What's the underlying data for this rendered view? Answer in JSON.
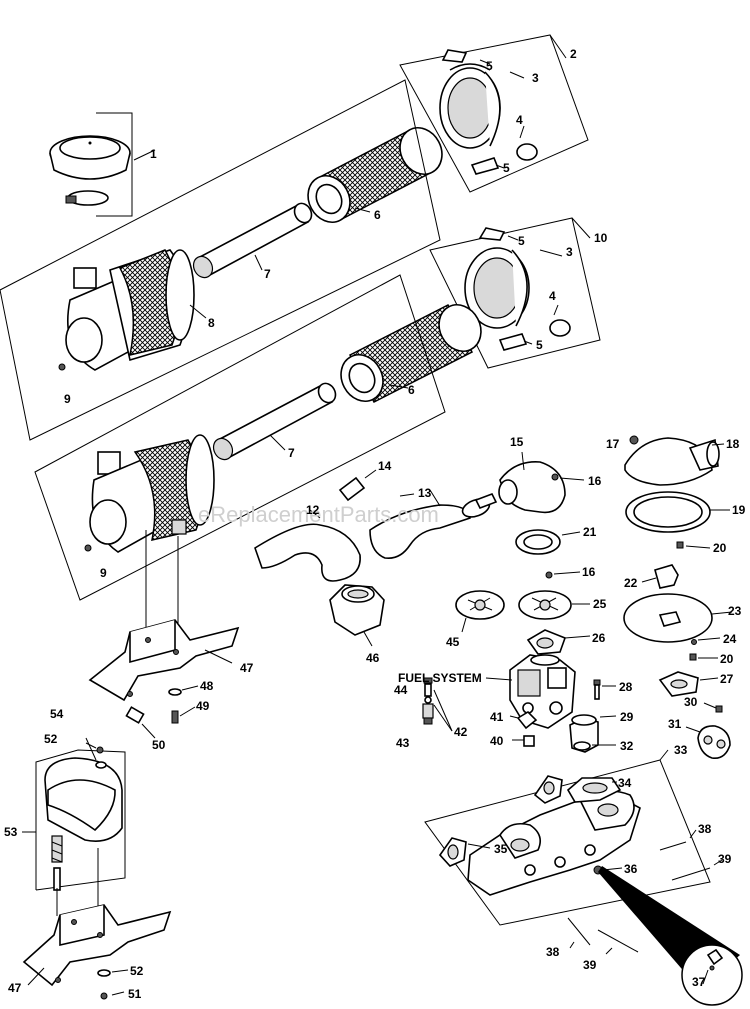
{
  "watermark": "eReplacementParts.com",
  "callouts": {
    "fuel_system": "FUEL SYSTEM",
    "c1": "1",
    "c2": "2",
    "c3a": "3",
    "c3b": "3",
    "c4a": "4",
    "c4b": "4",
    "c5a": "5",
    "c5b": "5",
    "c5c": "5",
    "c5d": "5",
    "c6a": "6",
    "c6b": "6",
    "c7a": "7",
    "c7b": "7",
    "c8": "8",
    "c9a": "9",
    "c9b": "9",
    "c10": "10",
    "c12": "12",
    "c13": "13",
    "c14": "14",
    "c15": "15",
    "c16a": "16",
    "c16b": "16",
    "c17": "17",
    "c18": "18",
    "c19": "19",
    "c20a": "20",
    "c20b": "20",
    "c21": "21",
    "c22": "22",
    "c23": "23",
    "c24": "24",
    "c25": "25",
    "c26": "26",
    "c27": "27",
    "c28": "28",
    "c29": "29",
    "c30": "30",
    "c31": "31",
    "c32": "32",
    "c33": "33",
    "c34": "34",
    "c35": "35",
    "c36": "36",
    "c37": "37",
    "c38a": "38",
    "c38b": "38",
    "c39a": "39",
    "c39b": "39",
    "c40": "40",
    "c41": "41",
    "c42": "42",
    "c43": "43",
    "c44": "44",
    "c45": "45",
    "c46": "46",
    "c47a": "47",
    "c47b": "47",
    "c48": "48",
    "c49": "49",
    "c50": "50",
    "c51": "51",
    "c52a": "52",
    "c52b": "52",
    "c53": "53",
    "c54": "54"
  }
}
